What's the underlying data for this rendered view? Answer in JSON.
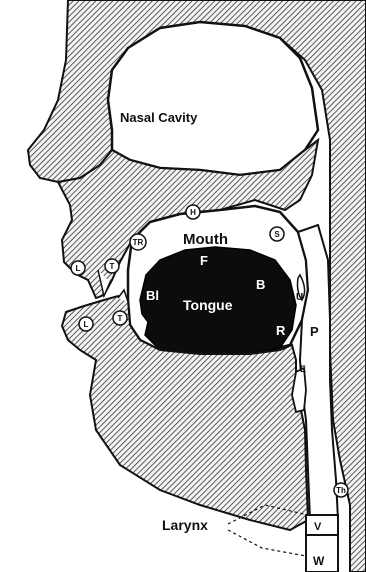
{
  "labels": {
    "nasal_cavity": "Nasal Cavity",
    "mouth": "Mouth",
    "tongue": "Tongue",
    "larynx": "Larynx",
    "front": "F",
    "back": "B",
    "blade": "Bl",
    "root": "R",
    "pharynx": "P",
    "uvula": "U",
    "epiglottis": "E",
    "vocal_cords": "V",
    "windpipe": "W"
  },
  "circled_labels": {
    "upper_lip": "L",
    "upper_teeth": "T",
    "teeth_ridge": "TR",
    "hard_palate": "H",
    "soft_palate": "S",
    "lower_lip": "L",
    "lower_teeth": "T",
    "larynx_marker": "Th"
  },
  "colors": {
    "hatch_line": "#333333",
    "outline": "#111111",
    "tongue_fill": "#0c0c0c",
    "background": "#ffffff"
  }
}
